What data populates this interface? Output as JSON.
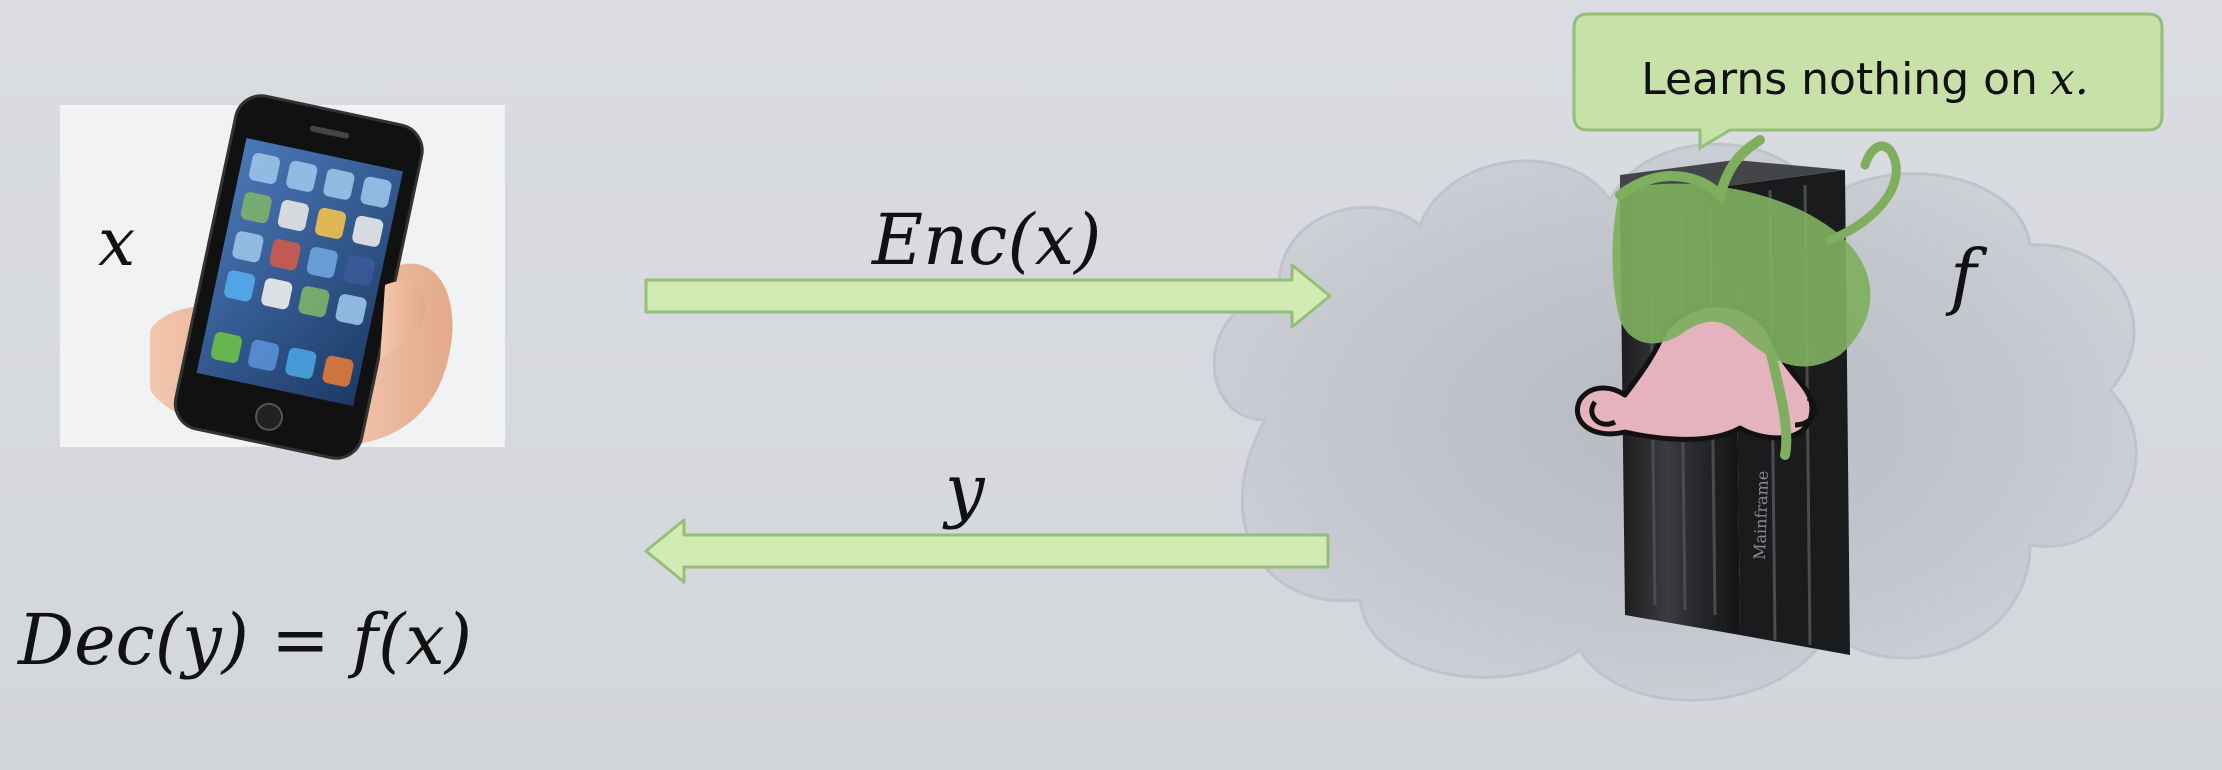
{
  "client": {
    "input_var": "x",
    "result_equation": "Dec(y) = f(x)"
  },
  "arrows": {
    "forward_label": "Enc(x)",
    "backward_label": "y"
  },
  "server": {
    "function_var": "f",
    "callout_text": "Learns nothing on",
    "callout_var": "x."
  },
  "colors": {
    "arrow_fill": "#d2ebb5",
    "arrow_stroke": "#93bf79",
    "callout_fill": "#c7e1a8",
    "cloud_fill": "#c5c8cf",
    "blindfold": "#7fae5e",
    "nose": "#e5b3bd"
  }
}
